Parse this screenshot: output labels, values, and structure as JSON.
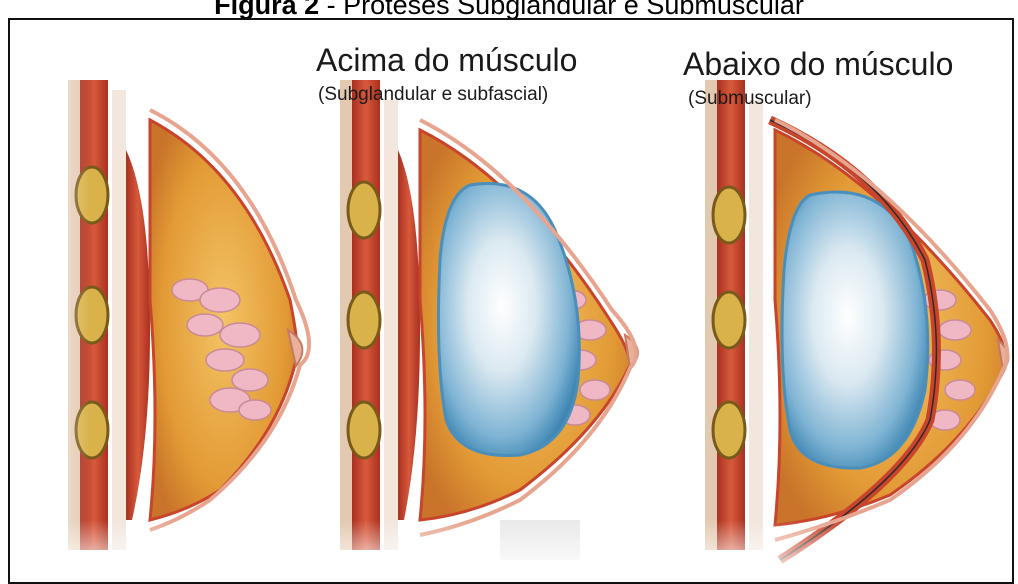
{
  "figure": {
    "number_label": "Figura 2",
    "separator": " - ",
    "caption": "Próteses Subglandular e Submuscular"
  },
  "panels": [
    {
      "title": "",
      "subtitle": "",
      "implant": "none"
    },
    {
      "title": "Acima do músculo",
      "subtitle": "(Subglandular e subfascial)",
      "implant": "above-muscle"
    },
    {
      "title": "Abaixo do músculo",
      "subtitle": "(Submuscular)",
      "implant": "below-muscle"
    }
  ],
  "colors": {
    "muscle": "#c8442b",
    "fat": "#e8a640",
    "gland": "#f0b8c4",
    "implant": "#7fb4d4",
    "skin": "#f5d9c6"
  }
}
